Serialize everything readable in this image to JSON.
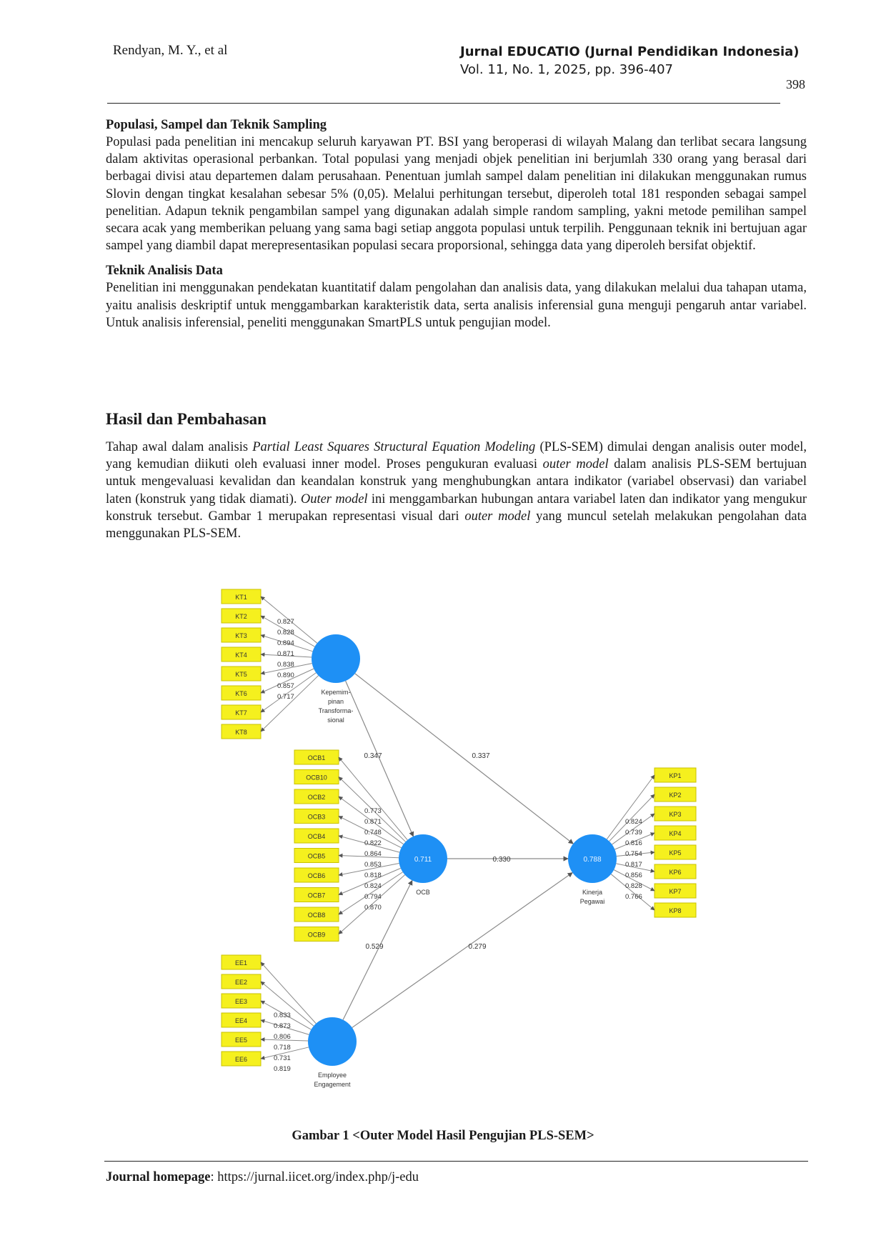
{
  "header": {
    "authors": "Rendyan, M. Y., et al",
    "journal": "Jurnal EDUCATIO (Jurnal Pendidikan Indonesia)",
    "volume": "Vol. 11, No. 1, 2025, pp. 396-407",
    "page_number": "398"
  },
  "section1": {
    "heading": "Populasi, Sampel dan Teknik Sampling",
    "text": "Populasi pada penelitian ini mencakup seluruh karyawan PT. BSI yang beroperasi di wilayah Malang dan terlibat secara langsung dalam aktivitas operasional perbankan. Total populasi yang menjadi objek penelitian ini berjumlah 330 orang yang berasal dari berbagai divisi atau departemen dalam perusahaan. Penentuan jumlah sampel dalam penelitian ini dilakukan menggunakan rumus Slovin dengan tingkat kesalahan sebesar 5% (0,05). Melalui perhitungan tersebut, diperoleh total 181 responden sebagai sampel penelitian. Adapun teknik pengambilan sampel yang digunakan adalah simple random sampling, yakni metode pemilihan sampel secara acak yang memberikan peluang yang sama bagi setiap anggota populasi untuk terpilih. Penggunaan teknik ini bertujuan agar sampel yang diambil dapat merepresentasikan populasi secara proporsional, sehingga data yang diperoleh bersifat objektif."
  },
  "section2": {
    "heading": "Teknik Analisis Data",
    "text": "Penelitian ini menggunakan pendekatan kuantitatif dalam pengolahan dan analisis data, yang dilakukan melalui dua tahapan utama, yaitu analisis deskriptif untuk menggambarkan karakteristik data, serta analisis inferensial guna menguji pengaruh antar variabel. Untuk analisis inferensial, peneliti menggunakan SmartPLS untuk pengujian model."
  },
  "results": {
    "heading": "Hasil dan Pembahasan",
    "p1": "Tahap awal dalam analisis ",
    "p1_italic": "Partial Least Squares Structural Equation Modeling",
    "p2": " (PLS-SEM) dimulai dengan analisis outer model, yang kemudian diikuti oleh evaluasi inner model. Proses pengukuran evaluasi ",
    "p2_italic": "outer model",
    "p3": " dalam analisis PLS-SEM bertujuan untuk mengevaluasi kevalidan dan keandalan konstruk yang menghubungkan antara indikator (variabel observasi) dan variabel laten (konstruk yang tidak diamati). ",
    "p3_italic": "Outer model",
    "p4": " ini menggambarkan hubungan antara variabel laten dan indikator yang mengukur konstruk tersebut. Gambar 1 merupakan representasi visual dari ",
    "p4_italic": "outer model",
    "p5": " yang muncul setelah melakukan pengolahan data menggunakan PLS-SEM."
  },
  "figure": {
    "caption": "Gambar 1 <Outer Model Hasil Pengujian PLS-SEM>",
    "colors": {
      "indicator_fill": "#f5f01e",
      "indicator_border": "#c9c200",
      "construct_fill": "#1e90f5",
      "line": "#8a8a8a"
    },
    "kt": {
      "construct_label": [
        "Kepemim-",
        "pinan",
        "Transforma-",
        "sional"
      ],
      "indicators": [
        "KT1",
        "KT2",
        "KT3",
        "KT4",
        "KT5",
        "KT6",
        "KT7",
        "KT8"
      ],
      "loadings": [
        "0.827",
        "0.828",
        "0.894",
        "0.871",
        "0.838",
        "0.890",
        "0.857",
        "0.717"
      ]
    },
    "ocb": {
      "construct_label": "OCB",
      "r2": "0.711",
      "indicators": [
        "OCB1",
        "OCB10",
        "OCB2",
        "OCB3",
        "OCB4",
        "OCB5",
        "OCB6",
        "OCB7",
        "OCB8",
        "OCB9"
      ],
      "loadings": [
        "0.773",
        "0.871",
        "0.748",
        "0.822",
        "0.864",
        "0.853",
        "0.818",
        "0.824",
        "0.794",
        "0.870"
      ]
    },
    "kp": {
      "construct_label": [
        "Kinerja",
        "Pegawai"
      ],
      "r2": "0.788",
      "indicators": [
        "KP1",
        "KP2",
        "KP3",
        "KP4",
        "KP5",
        "KP6",
        "KP7",
        "KP8"
      ],
      "loadings": [
        "0.824",
        "0.739",
        "0.816",
        "0.754",
        "0.817",
        "0.856",
        "0.828",
        "0.766"
      ]
    },
    "ee": {
      "construct_label": [
        "Employee",
        "Engagement"
      ],
      "indicators": [
        "EE1",
        "EE2",
        "EE3",
        "EE4",
        "EE5",
        "EE6"
      ],
      "loadings": [
        "0.833",
        "0.873",
        "0.806",
        "0.718",
        "0.731",
        "0.819"
      ]
    },
    "paths": {
      "kt_ocb": "0.347",
      "kt_kp": "0.337",
      "ocb_kp": "0.330",
      "ee_ocb": "0.529",
      "ee_kp": "0.279"
    }
  },
  "footer": {
    "label": "Journal homepage",
    "url": ": https://jurnal.iicet.org/index.php/j-edu"
  }
}
